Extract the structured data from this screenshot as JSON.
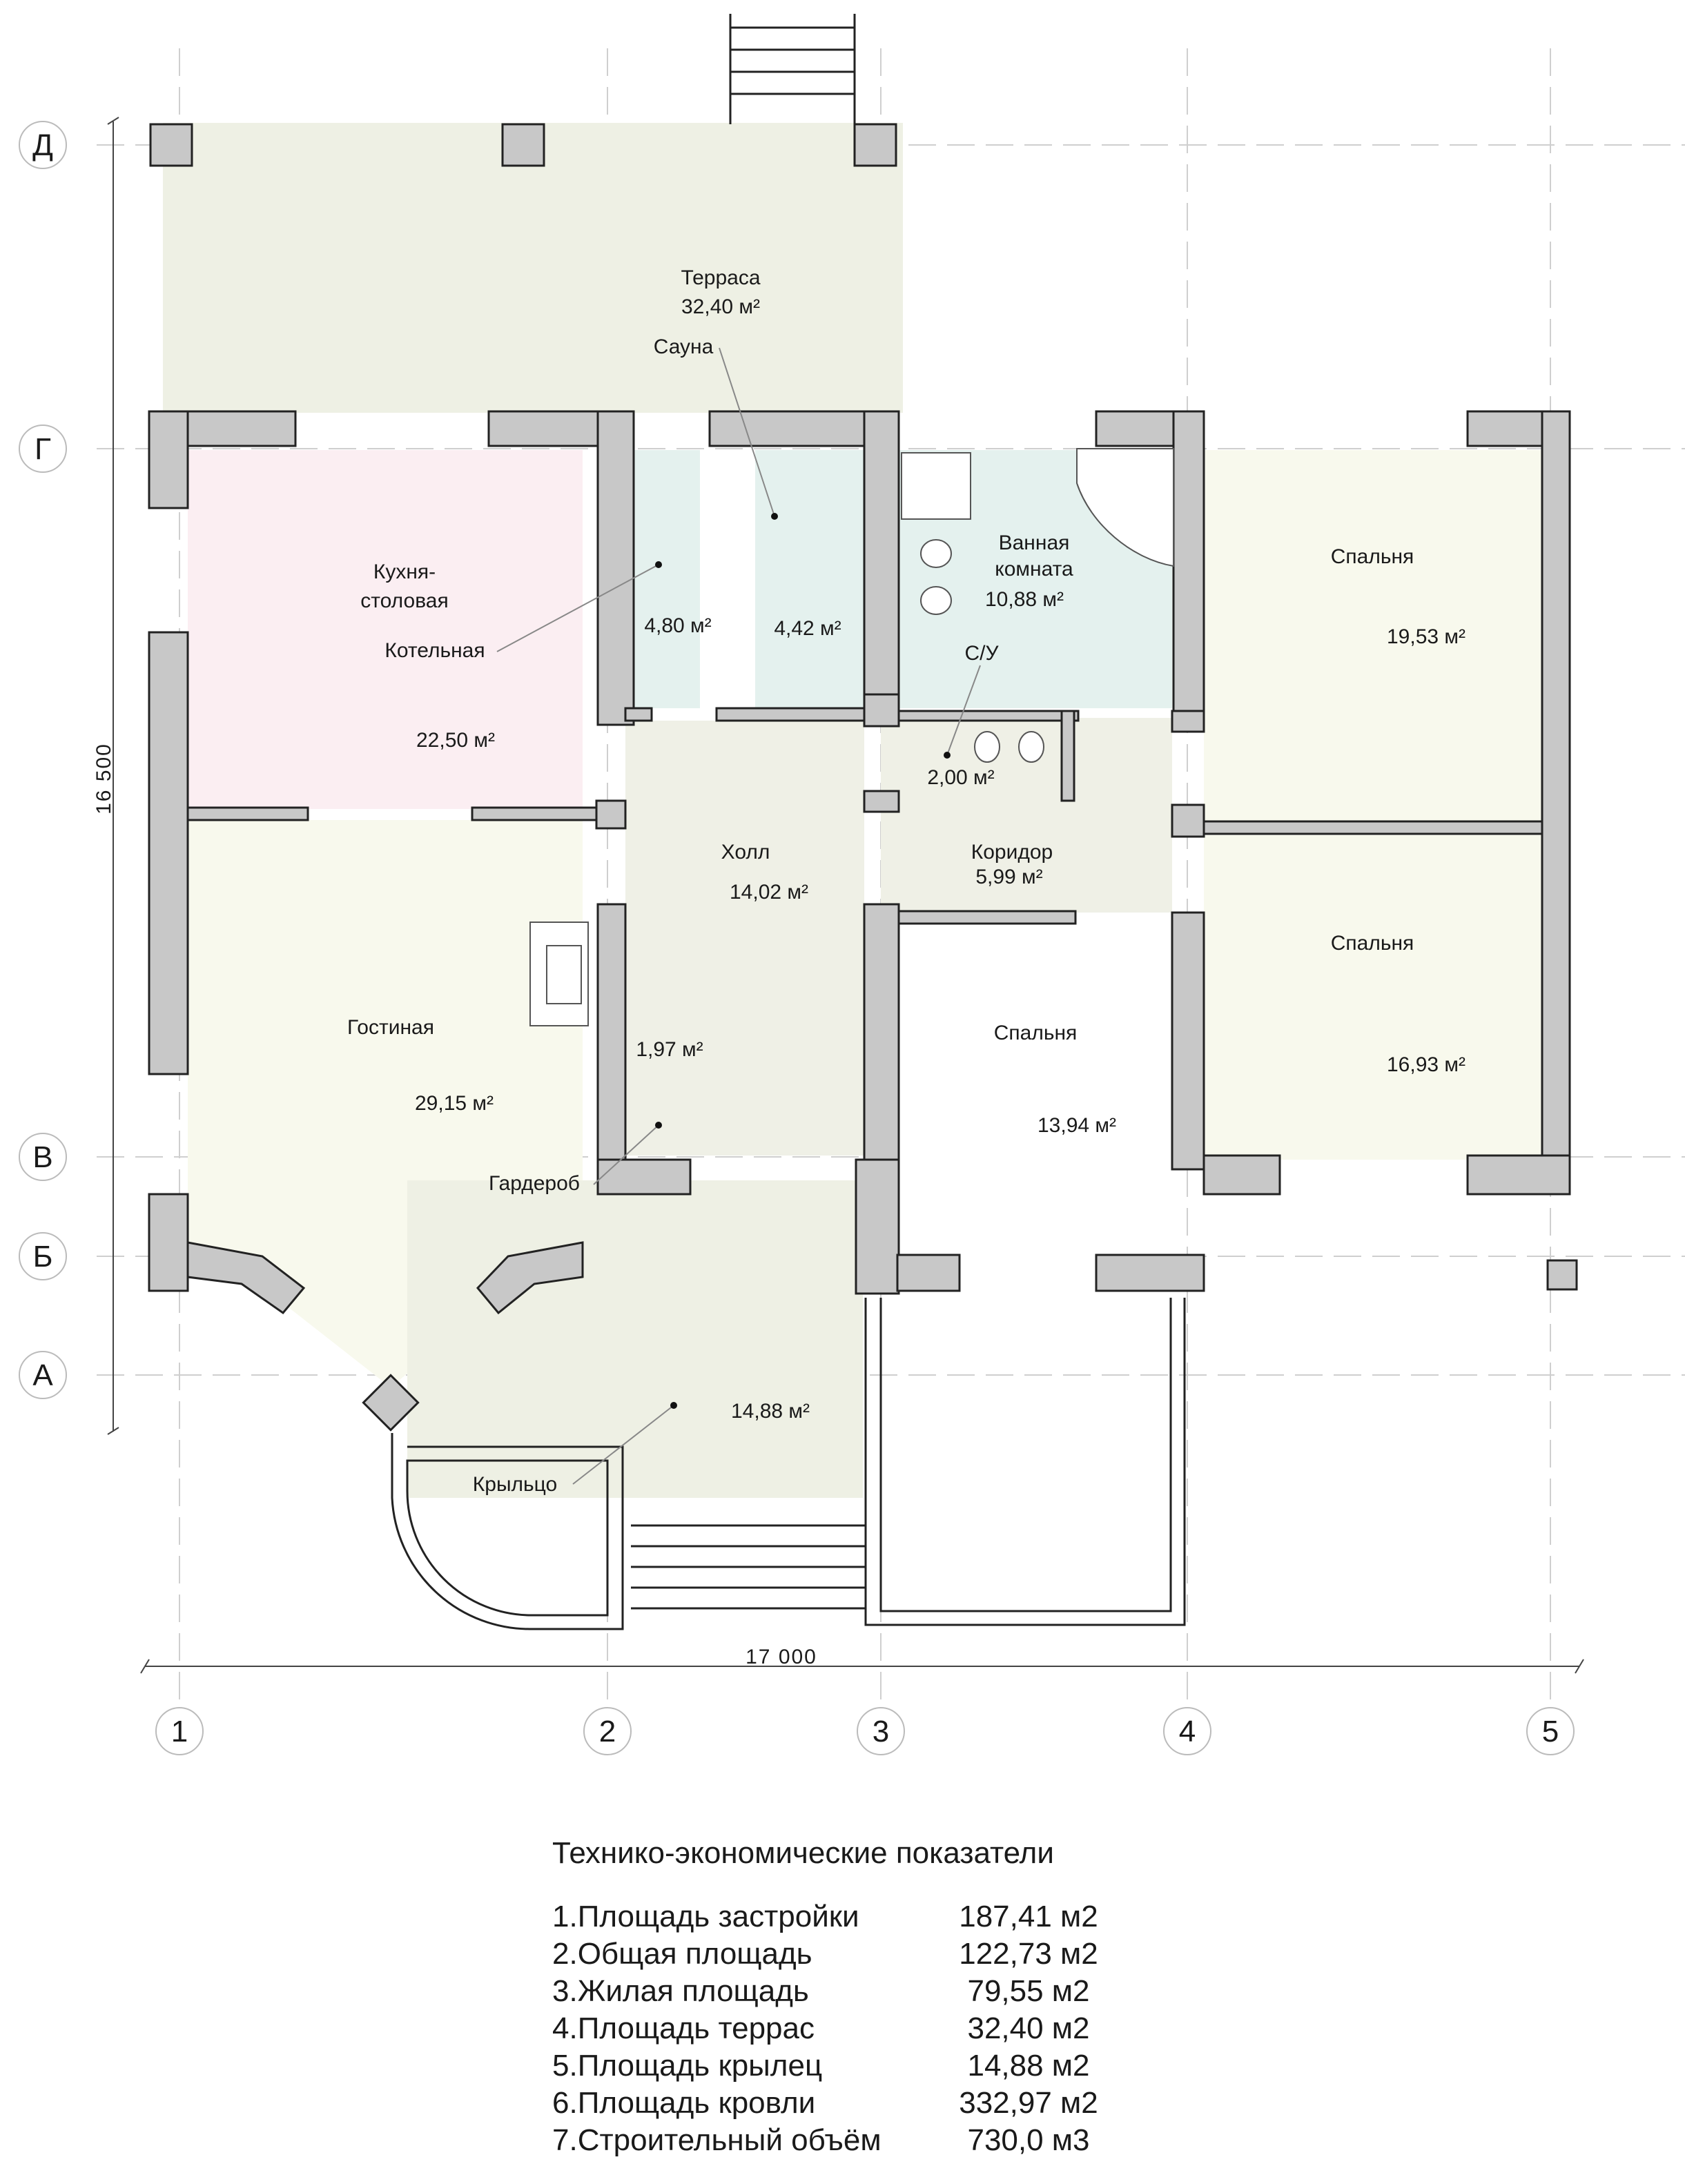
{
  "plan": {
    "rooms": {
      "terrace": {
        "name": "Терраса",
        "area": "32,40 м²"
      },
      "sauna": {
        "name": "Сауна"
      },
      "kitchen": {
        "name_line1": "Кухня-",
        "name_line2": "столовая",
        "area": "22,50 м²"
      },
      "boiler": {
        "name": "Котельная",
        "area": "4,80 м²"
      },
      "sauna_room": {
        "area": "4,42 м²"
      },
      "bath": {
        "name_line1": "Ванная",
        "name_line2": "комната",
        "area": "10,88 м²"
      },
      "wc": {
        "name": "С/У",
        "area": "2,00 м²"
      },
      "bedroom_top": {
        "name": "Спальня",
        "area": "19,53 м²"
      },
      "bedroom_right": {
        "name": "Спальня",
        "area": "16,93 м²"
      },
      "bedroom_mid": {
        "name": "Спальня",
        "area": "13,94 м²"
      },
      "hall": {
        "name": "Холл",
        "area": "14,02 м²"
      },
      "corridor": {
        "name": "Коридор",
        "area": "5,99 м²"
      },
      "living": {
        "name": "Гостиная",
        "area": "29,15 м²"
      },
      "wardrobe": {
        "name": "Гардероб",
        "area": "1,97 м²"
      },
      "porch": {
        "name": "Крыльцо",
        "area": "14,88 м²"
      }
    },
    "axes_letters": [
      "Д",
      "Г",
      "В",
      "Б",
      "А"
    ],
    "axes_numbers": [
      "1",
      "2",
      "3",
      "4",
      "5"
    ],
    "dim_width": "17 000",
    "dim_height": "16 500"
  },
  "stats": {
    "title": "Технико-экономические показатели",
    "rows": [
      {
        "label": "1.Площадь застройки",
        "value": "187,41 м2"
      },
      {
        "label": "2.Общая площадь",
        "value": "122,73 м2"
      },
      {
        "label": "3.Жилая площадь",
        "value": "79,55 м2"
      },
      {
        "label": "4.Площадь террас",
        "value": "32,40 м2"
      },
      {
        "label": "5.Площадь крылец",
        "value": "14,88 м2"
      },
      {
        "label": "6.Площадь кровли",
        "value": "332,97 м2"
      },
      {
        "label": "7.Строительный объём",
        "value": "730,0 м3"
      }
    ]
  },
  "colors": {
    "wall": "#c8c8c8",
    "kitchen": "#fbeef2",
    "wet": "#e4f1ee",
    "living": "#f8f9ed",
    "terrace": "#eef0e4",
    "hall": "#eff0e6"
  }
}
